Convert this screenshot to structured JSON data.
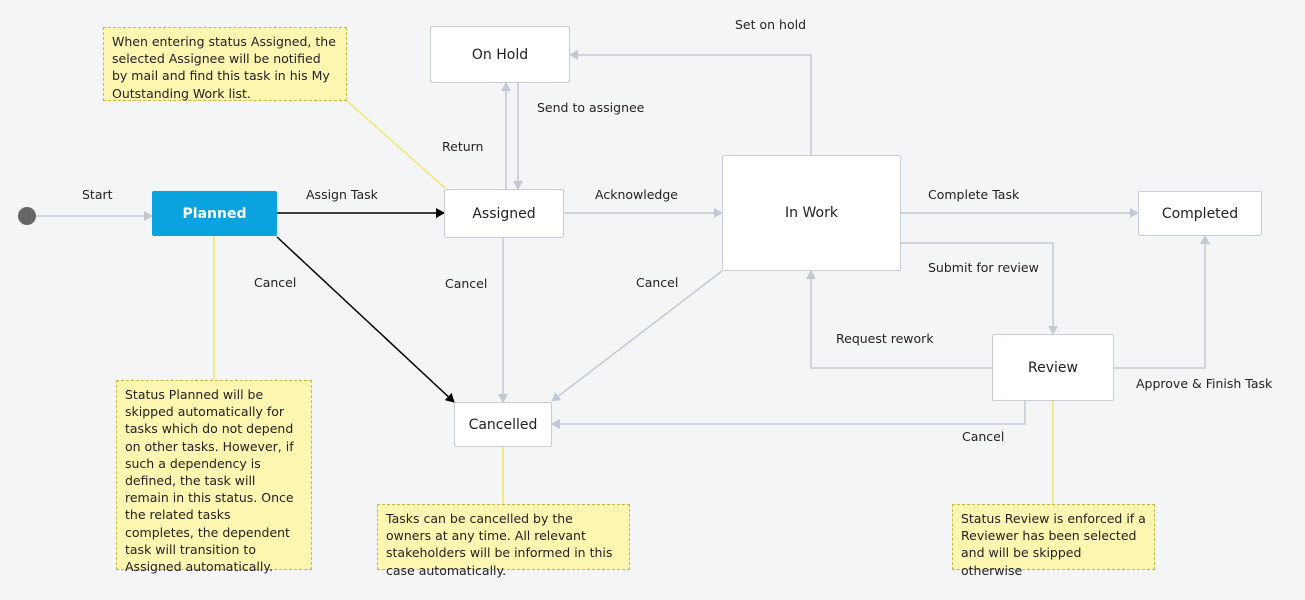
{
  "states": {
    "planned": "Planned",
    "on_hold": "On Hold",
    "assigned": "Assigned",
    "in_work": "In Work",
    "completed": "Completed",
    "review": "Review",
    "cancelled": "Cancelled"
  },
  "transitions": {
    "start": "Start",
    "assign_task": "Assign Task",
    "return": "Return",
    "send_to_assignee": "Send to assignee",
    "set_on_hold": "Set on hold",
    "acknowledge": "Acknowledge",
    "complete_task": "Complete Task",
    "submit_for_review": "Submit for review",
    "request_rework": "Request rework",
    "approve_finish": "Approve & Finish Task",
    "cancel_planned": "Cancel",
    "cancel_assigned": "Cancel",
    "cancel_in_work": "Cancel",
    "cancel_review": "Cancel"
  },
  "notes": {
    "assigned": "When entering status Assigned, the selected Assignee will be notified by mail and find this task in his My Outstanding Work list.",
    "planned": "Status Planned will be skipped automatically for tasks which do not depend on other tasks. However, if such a dependency is defined, the task will remain in this status. Once the related tasks completes, the dependent task will transition to Assigned automatically.",
    "cancelled": "Tasks can be cancelled by the owners at any time. All relevant stakeholders will be informed in this case automatically.",
    "review": "Status Review is enforced if a Reviewer has been selected and will be skipped otherwise"
  },
  "colors": {
    "active_state": "#0aa3e0",
    "edge": "#c3c9d2",
    "highlight_edge": "#000000",
    "note_fill": "#fdf6b0",
    "note_connector": "#f3e98a"
  }
}
